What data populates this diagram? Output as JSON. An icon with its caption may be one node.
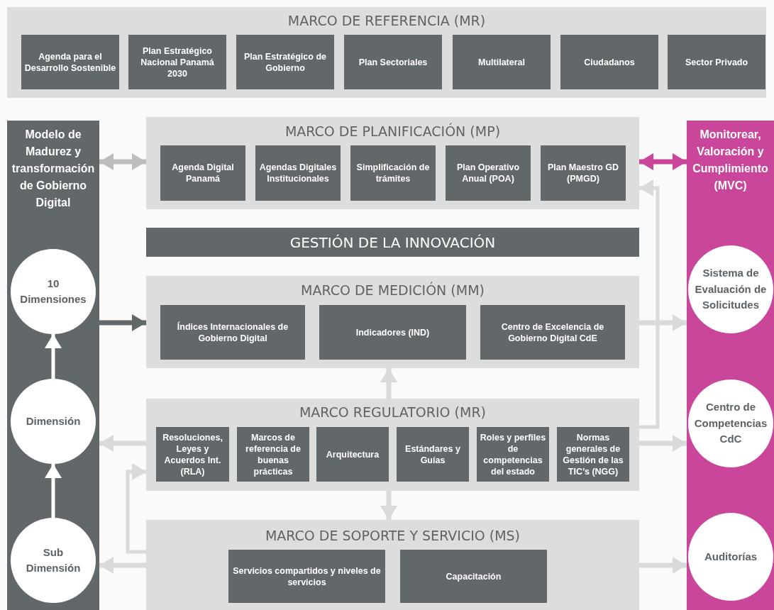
{
  "diagram": {
    "nodes": [
      {
        "text": [
          "MARCO DE REFERENCIA (MR)"
        ]
      },
      {
        "text": [
          "Agenda para el Desarrollo Sostenible"
        ],
        "in": 0
      },
      {
        "text": [
          "Plan Estratégico Nacional Panamá 2030"
        ],
        "in": 0
      },
      {
        "text": [
          "Plan Estratégico de Gobierno"
        ],
        "in": 0
      },
      {
        "text": [
          "Plan Sectoriales"
        ],
        "in": 0
      },
      {
        "text": [
          "Multilateral"
        ],
        "in": 0
      },
      {
        "text": [
          "Ciudadanos"
        ],
        "in": 0
      },
      {
        "text": [
          "Sector Privado"
        ],
        "in": 0
      },
      {
        "text": [
          "Modelo de Madurez y transformación de Gobierno Digital"
        ]
      },
      {
        "text": [
          "10 Dimensiones"
        ],
        "in": 8
      },
      {
        "text": [
          "Dimensión"
        ],
        "in": 8
      },
      {
        "text": [
          "Sub Dimensión"
        ],
        "in": 8
      },
      {
        "text": [
          "MARCO DE PLANIFICACIÓN (MP)"
        ]
      },
      {
        "text": [
          "Agenda Digital Panamá"
        ],
        "in": 12
      },
      {
        "text": [
          "Agendas Digitales Institucionales"
        ],
        "in": 12
      },
      {
        "text": [
          "Simplificación de trámites"
        ],
        "in": 12
      },
      {
        "text": [
          "Plan Operativo Anual (POA)"
        ],
        "in": 12
      },
      {
        "text": [
          "Plan Maestro GD (PMGD)"
        ],
        "in": 12
      },
      {
        "text": [
          "GESTIÓN DE LA INNOVACIÓN"
        ]
      },
      {
        "text": [
          "MARCO DE MEDICIÓN (MM)"
        ]
      },
      {
        "text": [
          "Índices Internacionales de Gobierno Digital"
        ],
        "in": 19
      },
      {
        "text": [
          "Indicadores (IND)"
        ],
        "in": 19
      },
      {
        "text": [
          "Centro de Excelencia de Gobierno Digital CdE"
        ],
        "in": 19
      },
      {
        "text": [
          "MARCO REGULATORIO (MR)"
        ]
      },
      {
        "text": [
          "Resoluciones, Leyes y Acuerdos Int. (RLA)"
        ],
        "in": 23
      },
      {
        "text": [
          "Marcos de referencia de buenas prácticas"
        ],
        "in": 23
      },
      {
        "text": [
          "Arquitectura"
        ],
        "in": 23
      },
      {
        "text": [
          "Estándares y Guías"
        ],
        "in": 23
      },
      {
        "text": [
          "Roles y perfiles de competencias del estado"
        ],
        "in": 23
      },
      {
        "text": [
          "Normas generales de Gestión de las TIC’s (NGG)"
        ],
        "in": 23
      },
      {
        "text": [
          "MARCO DE SOPORTE Y SERVICIO (MS)"
        ]
      },
      {
        "text": [
          "Servicios compartidos y niveles de servicios"
        ],
        "in": 30
      },
      {
        "text": [
          "Capacitación"
        ],
        "in": 30
      },
      {
        "text": [
          "Monitorear, Valoración y Cumplimiento (MVC)"
        ]
      },
      {
        "text": [
          "Sistema de Evaluación de Solicitudes"
        ],
        "in": 33
      },
      {
        "text": [
          "Centro de Competencias CdC"
        ],
        "in": 33
      },
      {
        "text": [
          "Auditorías"
        ],
        "in": 33
      }
    ],
    "edges": [
      {
        "from": 8,
        "to": 12,
        "arrow": "both",
        "color": "#bcbebe"
      },
      {
        "from": 12,
        "to": 33,
        "arrow": "both",
        "color": "#c9469a"
      },
      {
        "from": 8,
        "to": 19,
        "arrow": "to",
        "color": "#62676a"
      },
      {
        "from": 23,
        "to": 12,
        "arrow": "to"
      },
      {
        "from": 19,
        "to": 33,
        "arrow": "to"
      },
      {
        "from": 23,
        "to": 33,
        "arrow": "to"
      },
      {
        "from": 30,
        "to": 33,
        "arrow": "to"
      },
      {
        "from": 23,
        "to": 8,
        "arrow": "to"
      },
      {
        "from": 30,
        "to": 8,
        "arrow": "to"
      },
      {
        "from": 30,
        "to": 23,
        "arrow": "to"
      },
      {
        "from": 23,
        "to": 19,
        "arrow": "to"
      },
      {
        "from": 23,
        "to": 30,
        "arrow": "to"
      },
      {
        "from": 10,
        "to": 9,
        "arrow": "to",
        "color": "#ffffff"
      },
      {
        "from": 11,
        "to": 10,
        "arrow": "to",
        "color": "#ffffff"
      }
    ]
  }
}
